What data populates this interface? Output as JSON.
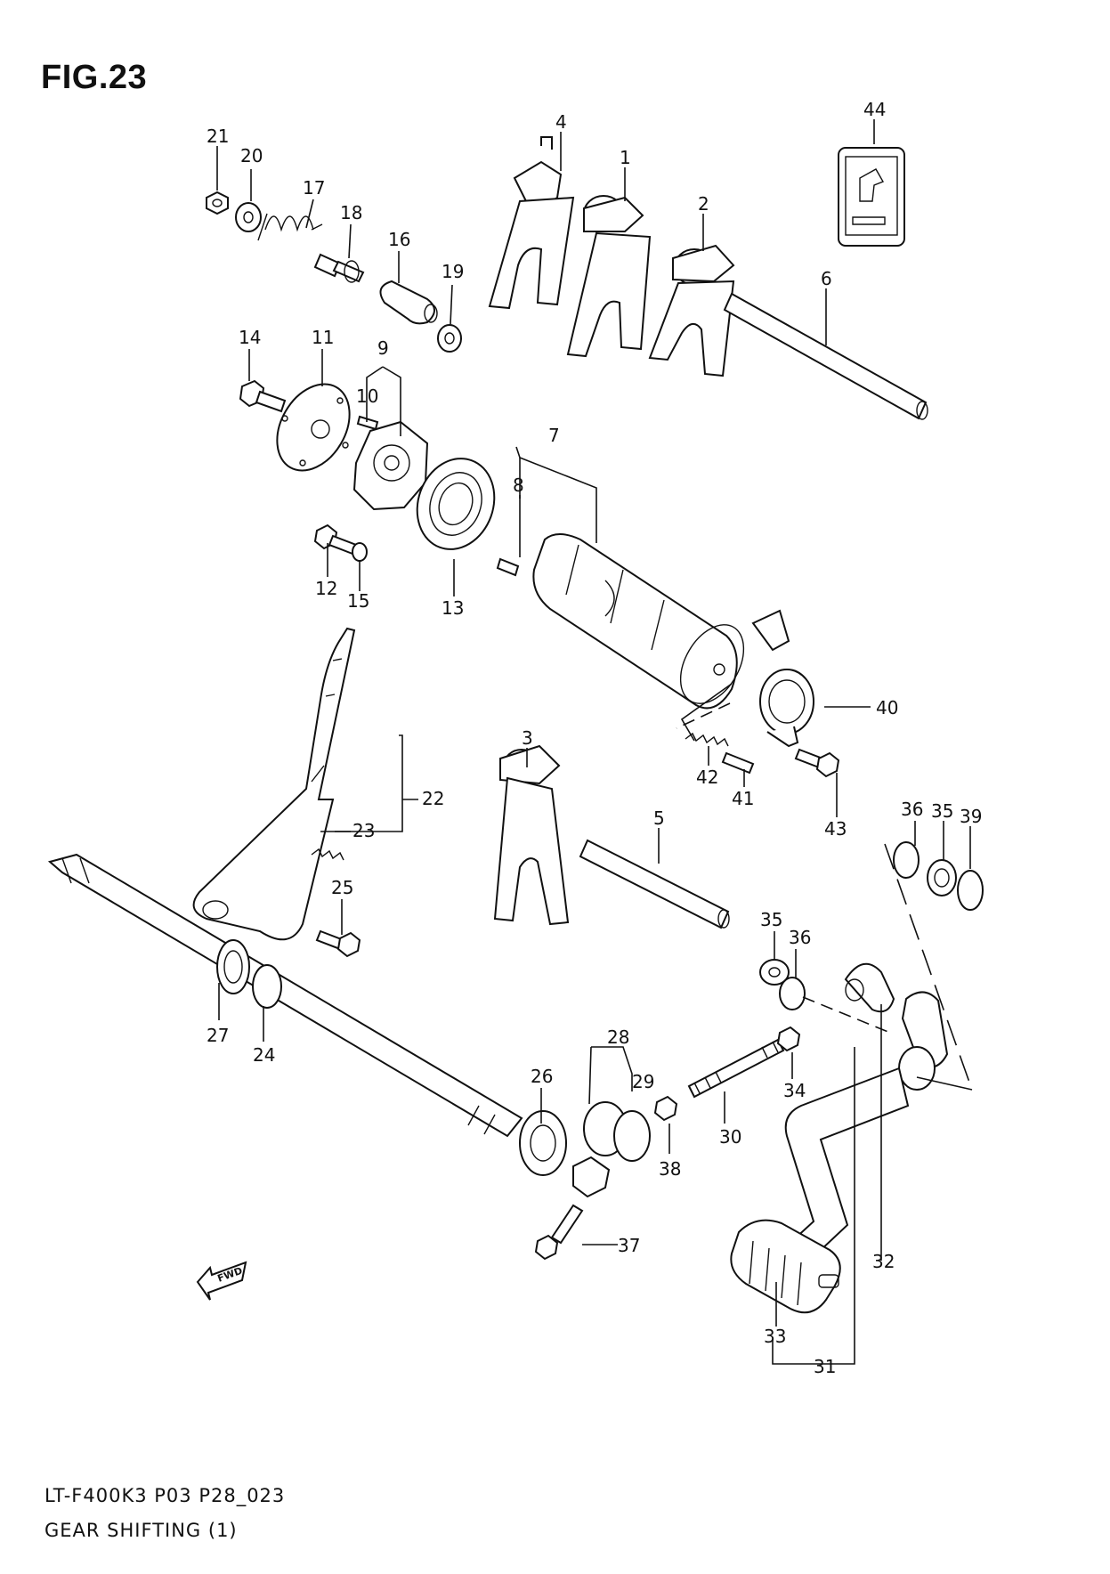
{
  "figure": {
    "title": "FIG.23",
    "footer_code": "LT-F400K3 P03 P28_023",
    "footer_name": "GEAR SHIFTING (1)",
    "fwd_label": "FWD"
  },
  "callouts": [
    {
      "id": "c1",
      "label": "1"
    },
    {
      "id": "c2",
      "label": "2"
    },
    {
      "id": "c3",
      "label": "3"
    },
    {
      "id": "c4",
      "label": "4"
    },
    {
      "id": "c5",
      "label": "5"
    },
    {
      "id": "c6",
      "label": "6"
    },
    {
      "id": "c7",
      "label": "7"
    },
    {
      "id": "c8",
      "label": "8"
    },
    {
      "id": "c9",
      "label": "9"
    },
    {
      "id": "c10",
      "label": "10"
    },
    {
      "id": "c11",
      "label": "11"
    },
    {
      "id": "c12",
      "label": "12"
    },
    {
      "id": "c13",
      "label": "13"
    },
    {
      "id": "c14",
      "label": "14"
    },
    {
      "id": "c15",
      "label": "15"
    },
    {
      "id": "c16",
      "label": "16"
    },
    {
      "id": "c17",
      "label": "17"
    },
    {
      "id": "c18",
      "label": "18"
    },
    {
      "id": "c19",
      "label": "19"
    },
    {
      "id": "c20",
      "label": "20"
    },
    {
      "id": "c21",
      "label": "21"
    },
    {
      "id": "c22",
      "label": "22"
    },
    {
      "id": "c23",
      "label": "23"
    },
    {
      "id": "c24",
      "label": "24"
    },
    {
      "id": "c25",
      "label": "25"
    },
    {
      "id": "c26",
      "label": "26"
    },
    {
      "id": "c27",
      "label": "27"
    },
    {
      "id": "c28",
      "label": "28"
    },
    {
      "id": "c29",
      "label": "29"
    },
    {
      "id": "c30",
      "label": "30"
    },
    {
      "id": "c31",
      "label": "31"
    },
    {
      "id": "c32",
      "label": "32"
    },
    {
      "id": "c33",
      "label": "33"
    },
    {
      "id": "c34",
      "label": "34"
    },
    {
      "id": "c35a",
      "label": "35"
    },
    {
      "id": "c35b",
      "label": "35"
    },
    {
      "id": "c36a",
      "label": "36"
    },
    {
      "id": "c36b",
      "label": "36"
    },
    {
      "id": "c37",
      "label": "37"
    },
    {
      "id": "c38",
      "label": "38"
    },
    {
      "id": "c39",
      "label": "39"
    },
    {
      "id": "c40",
      "label": "40"
    },
    {
      "id": "c41",
      "label": "41"
    },
    {
      "id": "c42",
      "label": "42"
    },
    {
      "id": "c43",
      "label": "43"
    },
    {
      "id": "c44",
      "label": "44"
    }
  ]
}
